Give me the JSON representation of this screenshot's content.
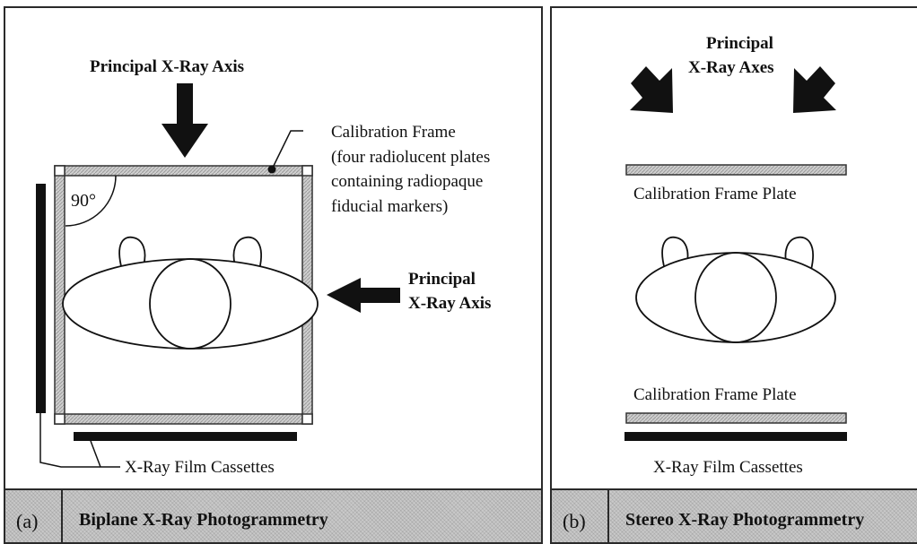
{
  "panel_a": {
    "axis_top_label": "Principal X-Ray Axis",
    "calibration_frame_lines": [
      "Calibration Frame",
      "(four radiolucent plates",
      "containing radiopaque",
      "fiducial markers)"
    ],
    "angle_label": "90°",
    "axis_side_label_lines": [
      "Principal",
      "X-Ray Axis"
    ],
    "film_label": "X-Ray Film Cassettes",
    "letter": "(a)",
    "title": "Biplane X-Ray Photogrammetry"
  },
  "panel_b": {
    "axes_label_lines": [
      "Principal",
      "X-Ray Axes"
    ],
    "plate_top_label": "Calibration Frame Plate",
    "plate_bottom_label": "Calibration Frame Plate",
    "film_label": "X-Ray Film Cassettes",
    "letter": "(b)",
    "title": "Stereo X-Ray Photogrammetry"
  },
  "colors": {
    "plate_fill": "#c8c8c8",
    "ink": "#111111",
    "footer_fill": "#c9c9c9"
  }
}
